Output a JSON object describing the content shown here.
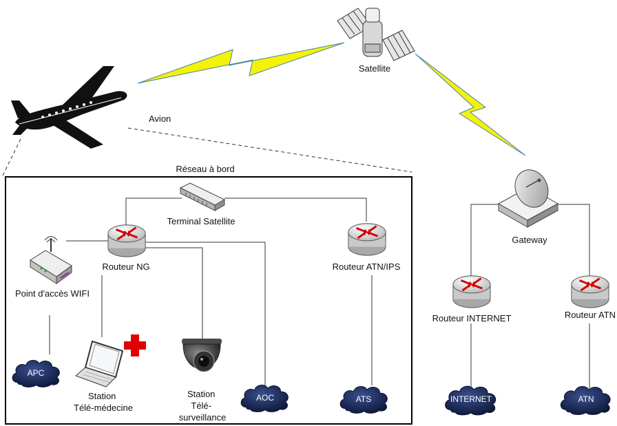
{
  "labels": {
    "satellite": "Satellite",
    "avion": "Avion",
    "reseau_a_bord": "Réseau à bord",
    "terminal_satellite": "Terminal Satellite",
    "routeur_ng": "Routeur NG",
    "routeur_atn_ips": "Routeur ATN/IPS",
    "point_acces_wifi": "Point d'accès WIFI",
    "gateway": "Gateway",
    "routeur_internet": "Routeur INTERNET",
    "routeur_atn": "Routeur ATN",
    "station_tele_medecine": [
      "Station",
      "Télé-médecine"
    ],
    "station_tele_surveillance": [
      "Station",
      "Télé-",
      "surveillance"
    ]
  },
  "clouds": {
    "apc": "APC",
    "aoc": "AOC",
    "ats": "ATS",
    "internet": "INTERNET",
    "atn": "ATN"
  },
  "colors": {
    "lightning": "#f2f20a",
    "lightning_outline": "#4a7fa8",
    "cloud": "#1b2a5e",
    "router_body": "#d9d9d9",
    "router_arrows": "#d10000",
    "red_cross": "#e00000"
  },
  "icons": [
    "airplane-icon",
    "satellite-icon",
    "switch-icon",
    "router-icon",
    "wifi-access-point-icon",
    "laptop-icon",
    "medical-cross-icon",
    "camera-icon",
    "satellite-dish-icon",
    "cloud-icon"
  ]
}
